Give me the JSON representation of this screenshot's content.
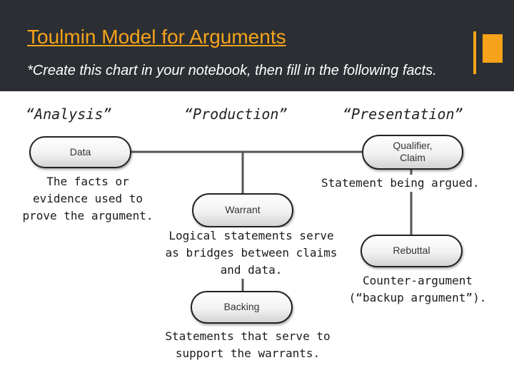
{
  "slide": {
    "title": "Toulmin Model for Arguments",
    "subtitle": "*Create this chart in your notebook, then fill in the following facts.",
    "accent_color": "#f7a21b",
    "header_color": "#2b2f33"
  },
  "columns": {
    "analysis": "“Analysis”",
    "production": "“Production”",
    "presentation": "“Presentation”"
  },
  "nodes": {
    "data": "Data",
    "qualifier_line1": "Qualifier,",
    "qualifier_line2": "Claim",
    "warrant": "Warrant",
    "rebuttal": "Rebuttal",
    "backing": "Backing"
  },
  "descriptions": {
    "data": "The facts or\nevidence used to\nprove the argument.",
    "claim": "Statement being argued.",
    "warrant": "Logical statements serve\nas bridges between claims\nand data.",
    "rebuttal": "Counter-argument\n(“backup argument”).",
    "backing": "Statements that serve to\nsupport the warrants."
  }
}
